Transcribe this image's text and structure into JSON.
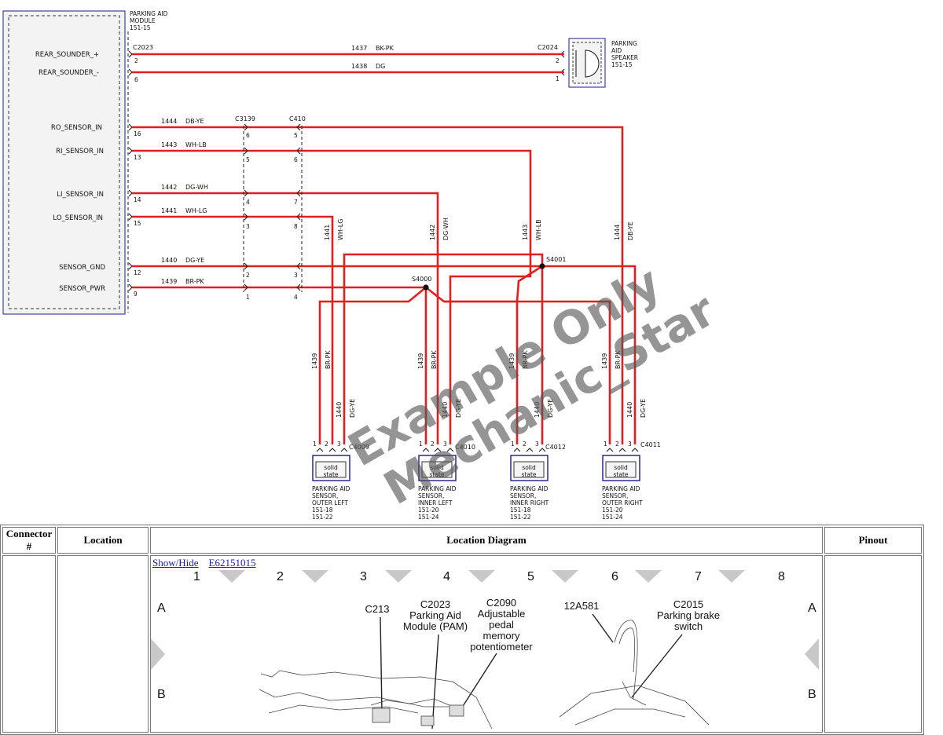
{
  "module": {
    "title_lines": [
      "PARKING AID",
      "MODULE",
      "151-15"
    ],
    "pins": [
      {
        "name": "REAR_SOUNDER_+",
        "pin": "2"
      },
      {
        "name": "REAR_SOUNDER_-",
        "pin": "6"
      },
      {
        "name": "RO_SENSOR_IN",
        "pin": "16"
      },
      {
        "name": "RI_SENSOR_IN",
        "pin": "13"
      },
      {
        "name": "LI_SENSOR_IN",
        "pin": "14"
      },
      {
        "name": "LO_SENSOR_IN",
        "pin": "15"
      },
      {
        "name": "SENSOR_GND",
        "pin": "12"
      },
      {
        "name": "SENSOR_PWR",
        "pin": "9"
      }
    ],
    "connector": "C2023"
  },
  "speaker": {
    "title_lines": [
      "PARKING",
      "AID",
      "SPEAKER",
      "151-15"
    ],
    "connector": "C2024",
    "pins": [
      "2",
      "1"
    ]
  },
  "wires": {
    "sounder_plus": {
      "circuit": "1437",
      "color": "BK-PK"
    },
    "sounder_minus": {
      "circuit": "1438",
      "color": "DG"
    },
    "ro": {
      "circuit": "1444",
      "color": "DB-YE"
    },
    "ri": {
      "circuit": "1443",
      "color": "WH-LB"
    },
    "li": {
      "circuit": "1442",
      "color": "DG-WH"
    },
    "lo": {
      "circuit": "1441",
      "color": "WH-LG"
    },
    "gnd": {
      "circuit": "1440",
      "color": "DG-YE"
    },
    "pwr": {
      "circuit": "1439",
      "color": "BR-PK"
    }
  },
  "inline_connectors": {
    "c3139": {
      "name": "C3139",
      "pins": [
        "6",
        "5",
        "4",
        "3",
        "2",
        "1"
      ]
    },
    "c410": {
      "name": "C410",
      "pins": [
        "5",
        "6",
        "7",
        "8",
        "3",
        "4"
      ]
    }
  },
  "splices": {
    "s4001": "S4001",
    "s4000": "S4000"
  },
  "sensors": [
    {
      "connector": "C4009",
      "lines": [
        "PARKING AID",
        "SENSOR,",
        "OUTER LEFT",
        "151-18",
        "151-22"
      ],
      "box": "solid state"
    },
    {
      "connector": "C4010",
      "lines": [
        "PARKING AID",
        "SENSOR,",
        "INNER LEFT",
        "151-20",
        "151-24"
      ],
      "box": "solid state"
    },
    {
      "connector": "C4012",
      "lines": [
        "PARKING AID",
        "SENSOR,",
        "INNER RIGHT",
        "151-18",
        "151-22"
      ],
      "box": "solid state"
    },
    {
      "connector": "C4011",
      "lines": [
        "PARKING AID",
        "SENSOR,",
        "OUTER RIGHT",
        "151-20",
        "151-24"
      ],
      "box": "solid state"
    }
  ],
  "sensor_pin_labels": [
    "1",
    "2",
    "3"
  ],
  "watermark": [
    "Example Only",
    "Mechanic_Star"
  ],
  "table": {
    "headers": [
      "Connector #",
      "Location",
      "Location Diagram",
      "Pinout"
    ],
    "show_hide": "Show/Hide",
    "image_ref": "E62151015",
    "grid_columns": [
      "1",
      "2",
      "3",
      "4",
      "5",
      "6",
      "7",
      "8"
    ],
    "grid_rows": [
      "A",
      "B"
    ],
    "callouts": [
      {
        "lines": [
          "C213"
        ]
      },
      {
        "lines": [
          "C2023",
          "Parking Aid",
          "Module (PAM)"
        ]
      },
      {
        "lines": [
          "C2090",
          "Adjustable",
          "pedal",
          "memory",
          "potentiometer"
        ]
      },
      {
        "lines": [
          "12A581"
        ]
      },
      {
        "lines": [
          "C2015",
          "Parking brake",
          "switch"
        ]
      }
    ]
  }
}
